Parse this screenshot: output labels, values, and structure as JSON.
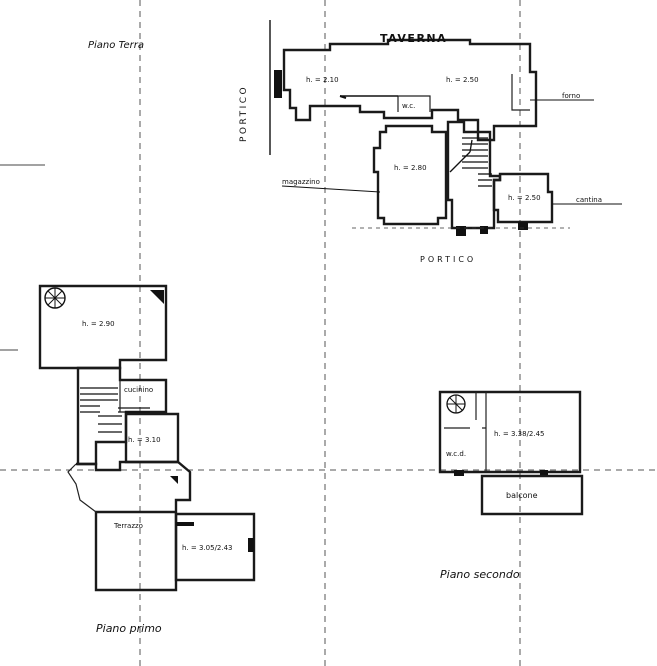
{
  "ground_floor": {
    "title": "Piano Terra",
    "taverna": "TAVERNA",
    "portico_left": "PORTICO",
    "portico_bottom": "PORTICO",
    "h_210": "h. = 2.10",
    "h_250_main": "h. = 2.50",
    "wc": "w.c.",
    "forno": "forno",
    "h_280": "h. = 2.80",
    "magazzino": "magazzino",
    "h_250_cantina": "h. = 2.50",
    "cantina": "cantina"
  },
  "first_floor": {
    "title": "Piano primo",
    "h_290": "h. = 2.90",
    "cucinino": "cucinino",
    "h_310": "h. = 3.10",
    "terrazzo": "Terrazzo",
    "h_305": "h. = 3.05/2.43"
  },
  "second_floor": {
    "title": "Piano secondo",
    "wcd": "w.c.d.",
    "h_338": "h. = 3.38/2.45",
    "balcone": "balcone"
  }
}
